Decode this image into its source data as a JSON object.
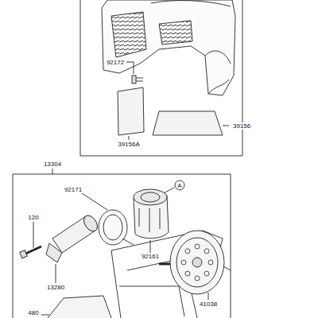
{
  "diagram": {
    "labels": [
      "92172",
      "39156",
      "39156A",
      "13304",
      "92171",
      "A",
      "120",
      "92161",
      "13280",
      "41038",
      "480"
    ]
  }
}
